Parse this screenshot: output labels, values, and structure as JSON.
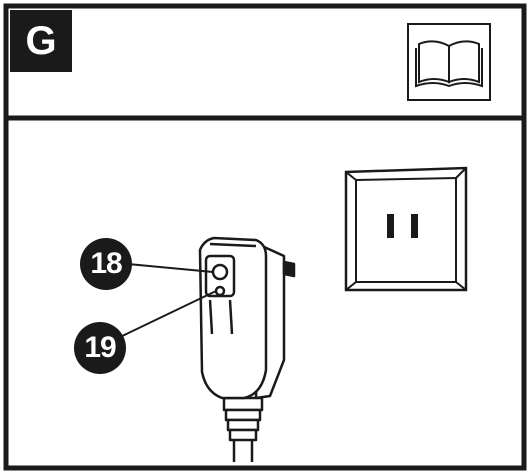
{
  "step": {
    "letter": "G"
  },
  "callouts": [
    {
      "number": "18"
    },
    {
      "number": "19"
    }
  ],
  "icons": {
    "manual": "open-book-icon",
    "outlet": "wall-outlet",
    "plug": "gfci-plug"
  },
  "colors": {
    "ink": "#1a1a1a",
    "paper": "#ffffff"
  }
}
